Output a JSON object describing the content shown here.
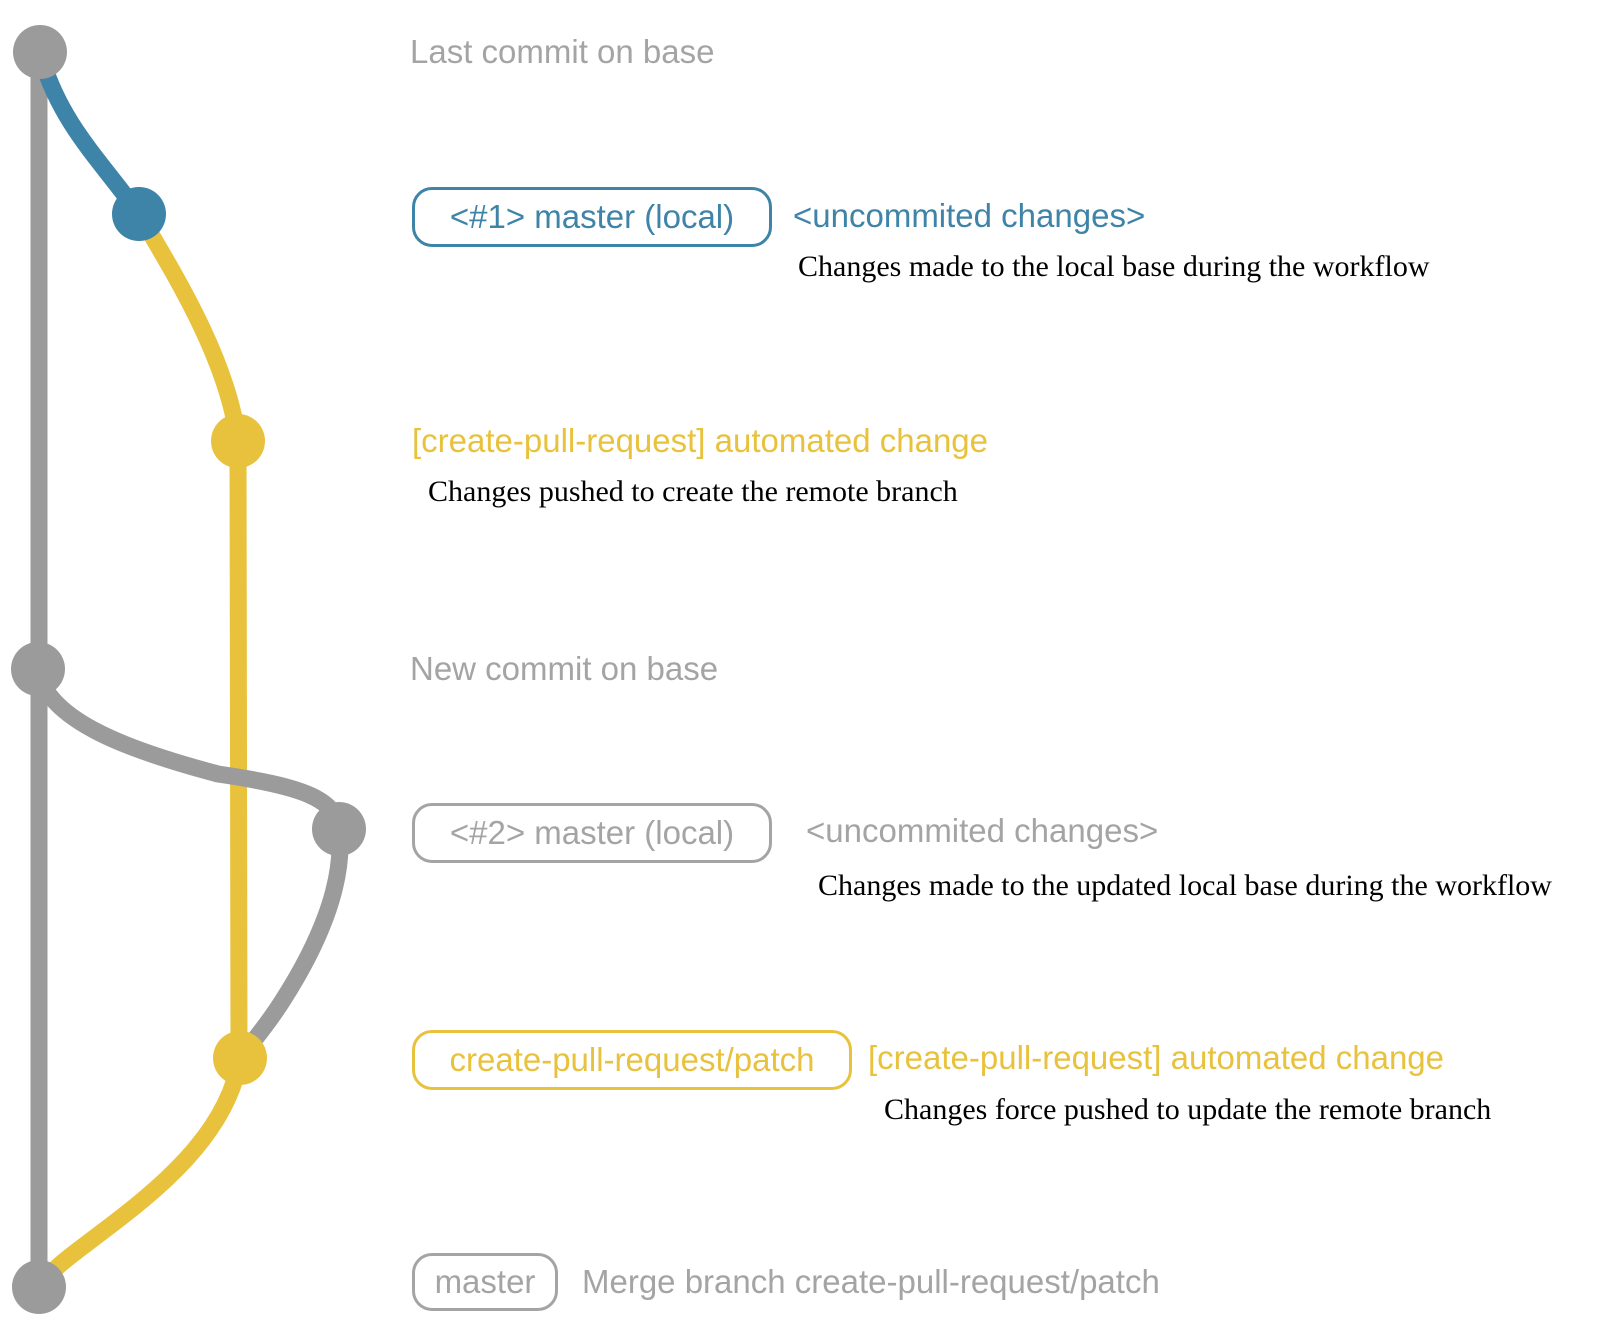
{
  "colors": {
    "background": "#ffffff",
    "base_gray": "#9b9b9b",
    "label_gray": "#a4a4a4",
    "local_blue": "#3e83a8",
    "patch_yellow": "#e9c23d",
    "description_black": "#000000"
  },
  "rows": {
    "last_commit": {
      "label": "Last commit on base"
    },
    "local_commit_1": {
      "tag": "<#1> master (local)",
      "message": "<uncommited changes>",
      "description": "Changes made to the local base during the workflow"
    },
    "patch_commit_1": {
      "message": "[create-pull-request] automated change",
      "description": "Changes pushed to create the remote branch"
    },
    "new_commit": {
      "label": "New commit on base"
    },
    "local_commit_2": {
      "tag": "<#2> master (local)",
      "message": "<uncommited changes>",
      "description": "Changes made to the updated local base during the workflow"
    },
    "patch_commit_2": {
      "tag": "create-pull-request/patch",
      "message": "[create-pull-request] automated change",
      "description": "Changes force pushed to update the remote branch"
    },
    "merge_commit": {
      "tag": "master",
      "message": "Merge branch create-pull-request/patch"
    }
  }
}
